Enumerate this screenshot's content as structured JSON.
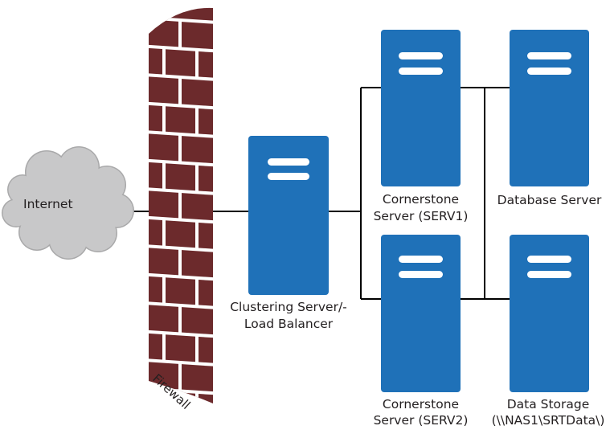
{
  "colors": {
    "server_blue": "#1f71b8",
    "server_bars": "#ffffff",
    "brick": "#6c2a2c",
    "mortar": "#ffffff",
    "cloud": "#c8c8c9",
    "cloud_stroke": "#a9a9aa",
    "wire": "#000000",
    "text": "#231f20"
  },
  "icons": {
    "internet": "cloud-icon",
    "firewall": "brick-wall-icon",
    "server": "server-tower-icon"
  },
  "nodes": {
    "internet": {
      "label": "Internet"
    },
    "firewall": {
      "label": "Firewall"
    },
    "load_balancer": {
      "label_line1": "Clustering Server/-",
      "label_line2": "Load Balancer"
    },
    "serv1": {
      "label_line1": "Cornerstone",
      "label_line2": "Server (SERV1)"
    },
    "serv2": {
      "label_line1": "Cornerstone",
      "label_line2": "Server (SERV2)"
    },
    "database": {
      "label": "Database Server"
    },
    "storage": {
      "label_line1": "Data Storage",
      "label_line2": "(\\\\NAS1\\SRTData\\)"
    }
  }
}
